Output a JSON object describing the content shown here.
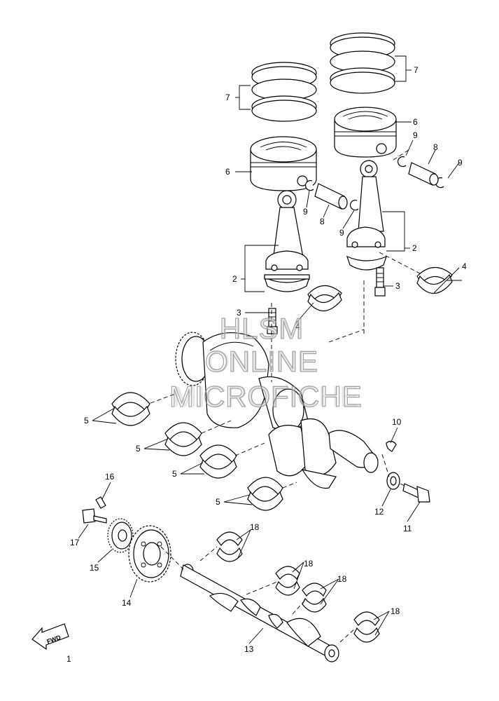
{
  "watermark": {
    "line1": "HLSM",
    "line2": "ONLINE",
    "line3": "MICROFICHE"
  },
  "fwd_label": "FWD",
  "callouts": {
    "p1": "1",
    "p2": "2",
    "p2b": "2",
    "p3": "3",
    "p3b": "3",
    "p4": "4",
    "p4b": "4",
    "p5a": "5",
    "p5b": "5",
    "p5c": "5",
    "p5d": "5",
    "p6": "6",
    "p6b": "6",
    "p7": "7",
    "p7b": "7",
    "p8": "8",
    "p8b": "8",
    "p9a": "9",
    "p9b": "9",
    "p9c": "9",
    "p9d": "9",
    "p10": "10",
    "p11": "11",
    "p12": "12",
    "p13": "13",
    "p14": "14",
    "p15": "15",
    "p16": "16",
    "p17": "17",
    "p18a": "18",
    "p18b": "18",
    "p18c": "18",
    "p18d": "18"
  }
}
